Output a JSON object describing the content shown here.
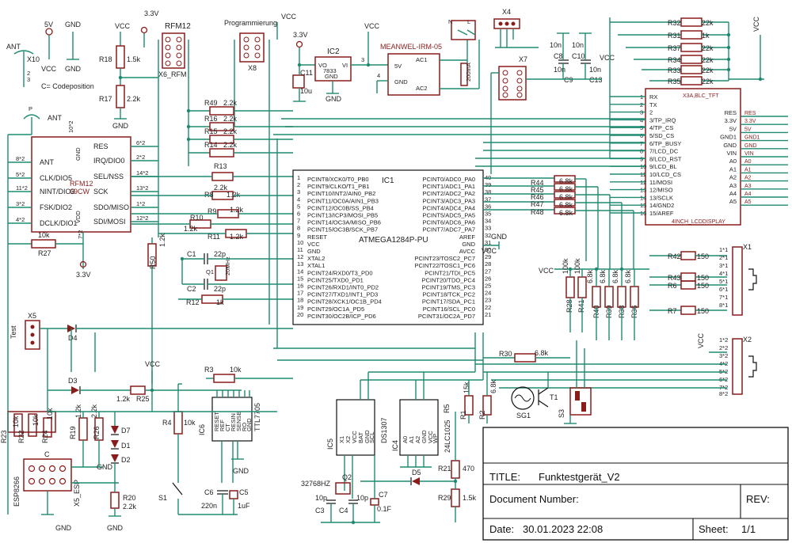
{
  "net": {
    "vcc": "VCC",
    "gnd": "GND",
    "v33": "3.3V",
    "v5": "5V",
    "ant": "ANT"
  },
  "labels": {
    "codepos": "C= Codeposition",
    "prog": "Programmierung",
    "meanwell": "MEANWEL-IRM-05",
    "ic2": "IC2",
    "ic2v": "7833",
    "vo": "VO",
    "vi": "VI",
    "gnd_pin": "GND",
    "ac1": "AC1",
    "ac2": "AC2",
    "v5pin": "5V",
    "gndpin": "GND",
    "rfm12_top": "RFM12",
    "x6": "X6_RFM",
    "x8": "X8",
    "x10": "X10",
    "x7": "X7",
    "x4": "X4",
    "x5": "X5",
    "test": "Test",
    "x1": "X1",
    "x2": "X2",
    "x5esp": "X5_ESP",
    "esp": "ESP8266",
    "c_label": "C",
    "rfm_chip": "RFM12",
    "rfm_chip2": "69CW",
    "ic1": "IC1",
    "ic1_part": "ATMEGA1284P-PU",
    "tft": "X3A,BLC_TFT",
    "tft_part": "4INCH_LCDDISPLAY",
    "ic5": "IC5",
    "ic5_part": "DS1307",
    "ic4": "IC4",
    "ic4_part": "24LC1025",
    "ic6": "IC6",
    "ic6_part": "TTL7705",
    "xtal": "32768HZ",
    "q2": "Q2",
    "q1": "Q1",
    "q1f": "20MHz",
    "sg1": "SG1",
    "t1": "T1",
    "s1": "S1",
    "s3": "S3"
  },
  "rfm_pins": [
    "ANT",
    "CLK/DIO5",
    "NINT/DIO3",
    "FSK/DIO2",
    "DCLK/DIO1",
    "RES",
    "IRQ/DIO0",
    "SEL/NSS",
    "SCK",
    "SDO/MISO",
    "SDI/MOSI",
    "GND",
    "VDD"
  ],
  "rfm_pin_nums": [
    "8*2",
    "5*2",
    "11*2",
    "3*2",
    "4*2",
    "6*2",
    "2*2",
    "14*2",
    "13*2",
    "1*2",
    "12*2",
    "10*2",
    "7*2"
  ],
  "ic1_left": [
    "PCINT8/XCK0/T0_PB0",
    "PCINT9/CLKO/T1_PB1",
    "PCINT10/INT2/AIN0_PB2",
    "PCINT11/OC0A/AIN1_PB3",
    "PCINT12/OC0B/SS_PB4",
    "PCINT13/ICP3/MOSI_PB5",
    "PCINT14/OC3A/MISO_PB6",
    "PCINT15/OC3B/SCK_PB7",
    "RESET",
    "VCC",
    "GND",
    "XTAL2",
    "XTAL1",
    "PCINT24/RXD0/T3_PD0",
    "PCINT25/TXD0_PD1",
    "PCINT26/RXD1/INT0_PD2",
    "PCINT27/TXD1/INT1_PD3",
    "PCINT28/XCK1/OC1B_PD4",
    "PCINT29/OC1A_PD5",
    "PCINT30/OC2B/ICP_PD6"
  ],
  "ic1_left_nums": [
    "1",
    "2",
    "3",
    "4",
    "5",
    "6",
    "7",
    "8",
    "9",
    "10",
    "11",
    "12",
    "13",
    "14",
    "15",
    "16",
    "17",
    "18",
    "19",
    "20"
  ],
  "ic1_right": [
    "PCINT0/ADC0_PA0",
    "PCINT1/ADC1_PA1",
    "PCINT2/ADC2_PA2",
    "PCINT3/ADC3_PA3",
    "PCINT4/ADC4_PA4",
    "PCINT5/ADC5_PA5",
    "PCINT6/ADC6_PA6",
    "PCINT7/ADC7_PA7",
    "AREF",
    "GND",
    "AVCC",
    "PCINT23/TOSC2_PC7",
    "PCINT22/TOSC1_PC6",
    "PCINT21/TDI_PC5",
    "PCINT20/TDO_PC4",
    "PCINT19/TMS_PC3",
    "PCINT18/TCK_PC2",
    "PCINT17/SDA_PC1",
    "PCINT16/SCL_PC0",
    "PCINT31/OC2A_PD7"
  ],
  "ic1_right_nums": [
    "40",
    "39",
    "38",
    "37",
    "36",
    "35",
    "34",
    "33",
    "32",
    "31",
    "30",
    "29",
    "28",
    "27",
    "26",
    "25",
    "24",
    "23",
    "22",
    "21"
  ],
  "tft_left": [
    "RX",
    "TX",
    "2",
    "3/TP_IRQ",
    "4/TP_CS",
    "5/SD_CS",
    "6/TP_BUSY",
    "7/LCD_DC",
    "8/LCD_RST",
    "9/LCD_BL",
    "10/LCD_CS",
    "11/MOSI",
    "12/MISO",
    "13/SCLK",
    "14/GND2",
    "15/AREF"
  ],
  "tft_right": [
    "RES",
    "3.3V",
    "5V",
    "GND1",
    "GND",
    "VIN",
    "A0",
    "A1",
    "A2",
    "A3",
    "A4",
    "A5"
  ],
  "tft_out": [
    "RES",
    "3.3V",
    "5V",
    "GND1",
    "GND",
    "VIN",
    "A0",
    "A1",
    "A2",
    "A3",
    "A4",
    "A5"
  ],
  "resistors": {
    "r32": "R32",
    "r31": "R31",
    "r37": "R37",
    "r34": "R34",
    "r33": "R33",
    "r35": "R35",
    "v22k": "22k",
    "v1k": "1k",
    "v2_2k": "2.2k",
    "v1_2k": "1.2k",
    "v6_8k": "6.8k",
    "v10k": "10k",
    "v150": "150",
    "v100k": "100k",
    "v15k": "15k",
    "v470": "470",
    "v1_5k": "1.5k",
    "r49": "R49",
    "r16": "R16",
    "r15": "R15",
    "r14": "R14",
    "r13": "R13",
    "r8": "R8",
    "r9": "R9",
    "r10": "R10",
    "r11": "R11",
    "r12": "R12",
    "r18": "R18",
    "r17": "R17",
    "r27": "R27",
    "r50": "R50",
    "r44": "R44",
    "r45": "R45",
    "r46": "R46",
    "r47": "R47",
    "r48": "R48",
    "r42": "R42",
    "r6": "R6",
    "r43": "R43",
    "r7": "R7",
    "r28": "R28",
    "r41": "R41",
    "r40": "R40",
    "r39": "R39",
    "r38": "R38",
    "r36": "R36",
    "r30": "R30",
    "r3": "R3",
    "r4": "R4",
    "r25": "R25",
    "r23": "R23",
    "r22": "R22",
    "r24": "R24",
    "r19": "R19",
    "r26": "R26",
    "r20": "R20",
    "r1": "R1",
    "r2": "R2",
    "r5": "R5",
    "r21": "R21",
    "r29": "R29"
  },
  "caps": {
    "c11": "C11",
    "c11v": "10u",
    "c8": "C8",
    "c10": "C10",
    "c9": "C9",
    "c13": "C13",
    "v10n": "10n",
    "c1": "C1",
    "c2": "C2",
    "v22p": "22p",
    "c6": "C6",
    "c6v": "220n",
    "c5": "C5",
    "c5v": "1uF",
    "c3": "C3",
    "c4": "C4",
    "c7": "C7",
    "v10p": "10p",
    "c7v": "0.1F"
  },
  "diodes": {
    "d4": "D4",
    "d3": "D3",
    "d7": "D7",
    "d1": "D1",
    "d2": "D2",
    "d5": "D5"
  },
  "ic_pins": {
    "ic5": [
      "X1",
      "X2",
      "VCC",
      "BAT",
      "GND",
      "SCL",
      "SDA",
      "SQW"
    ],
    "ic4": [
      "A0",
      "A1",
      "A2",
      "GND",
      "VCC",
      "WP",
      "SCL",
      "SDA"
    ],
    "ic6": [
      "RESET",
      "REF",
      "CT",
      "RESIN",
      "SENSE",
      "RO",
      "GND"
    ]
  },
  "title_block": {
    "title_label": "TITLE:",
    "title": "Funktestgerät_V2",
    "docnum_label": "Document Number:",
    "rev_label": "REV:",
    "date_label": "Date:",
    "date": "30.01.2023 22:08",
    "sheet_label": "Sheet:",
    "sheet": "1/1"
  }
}
